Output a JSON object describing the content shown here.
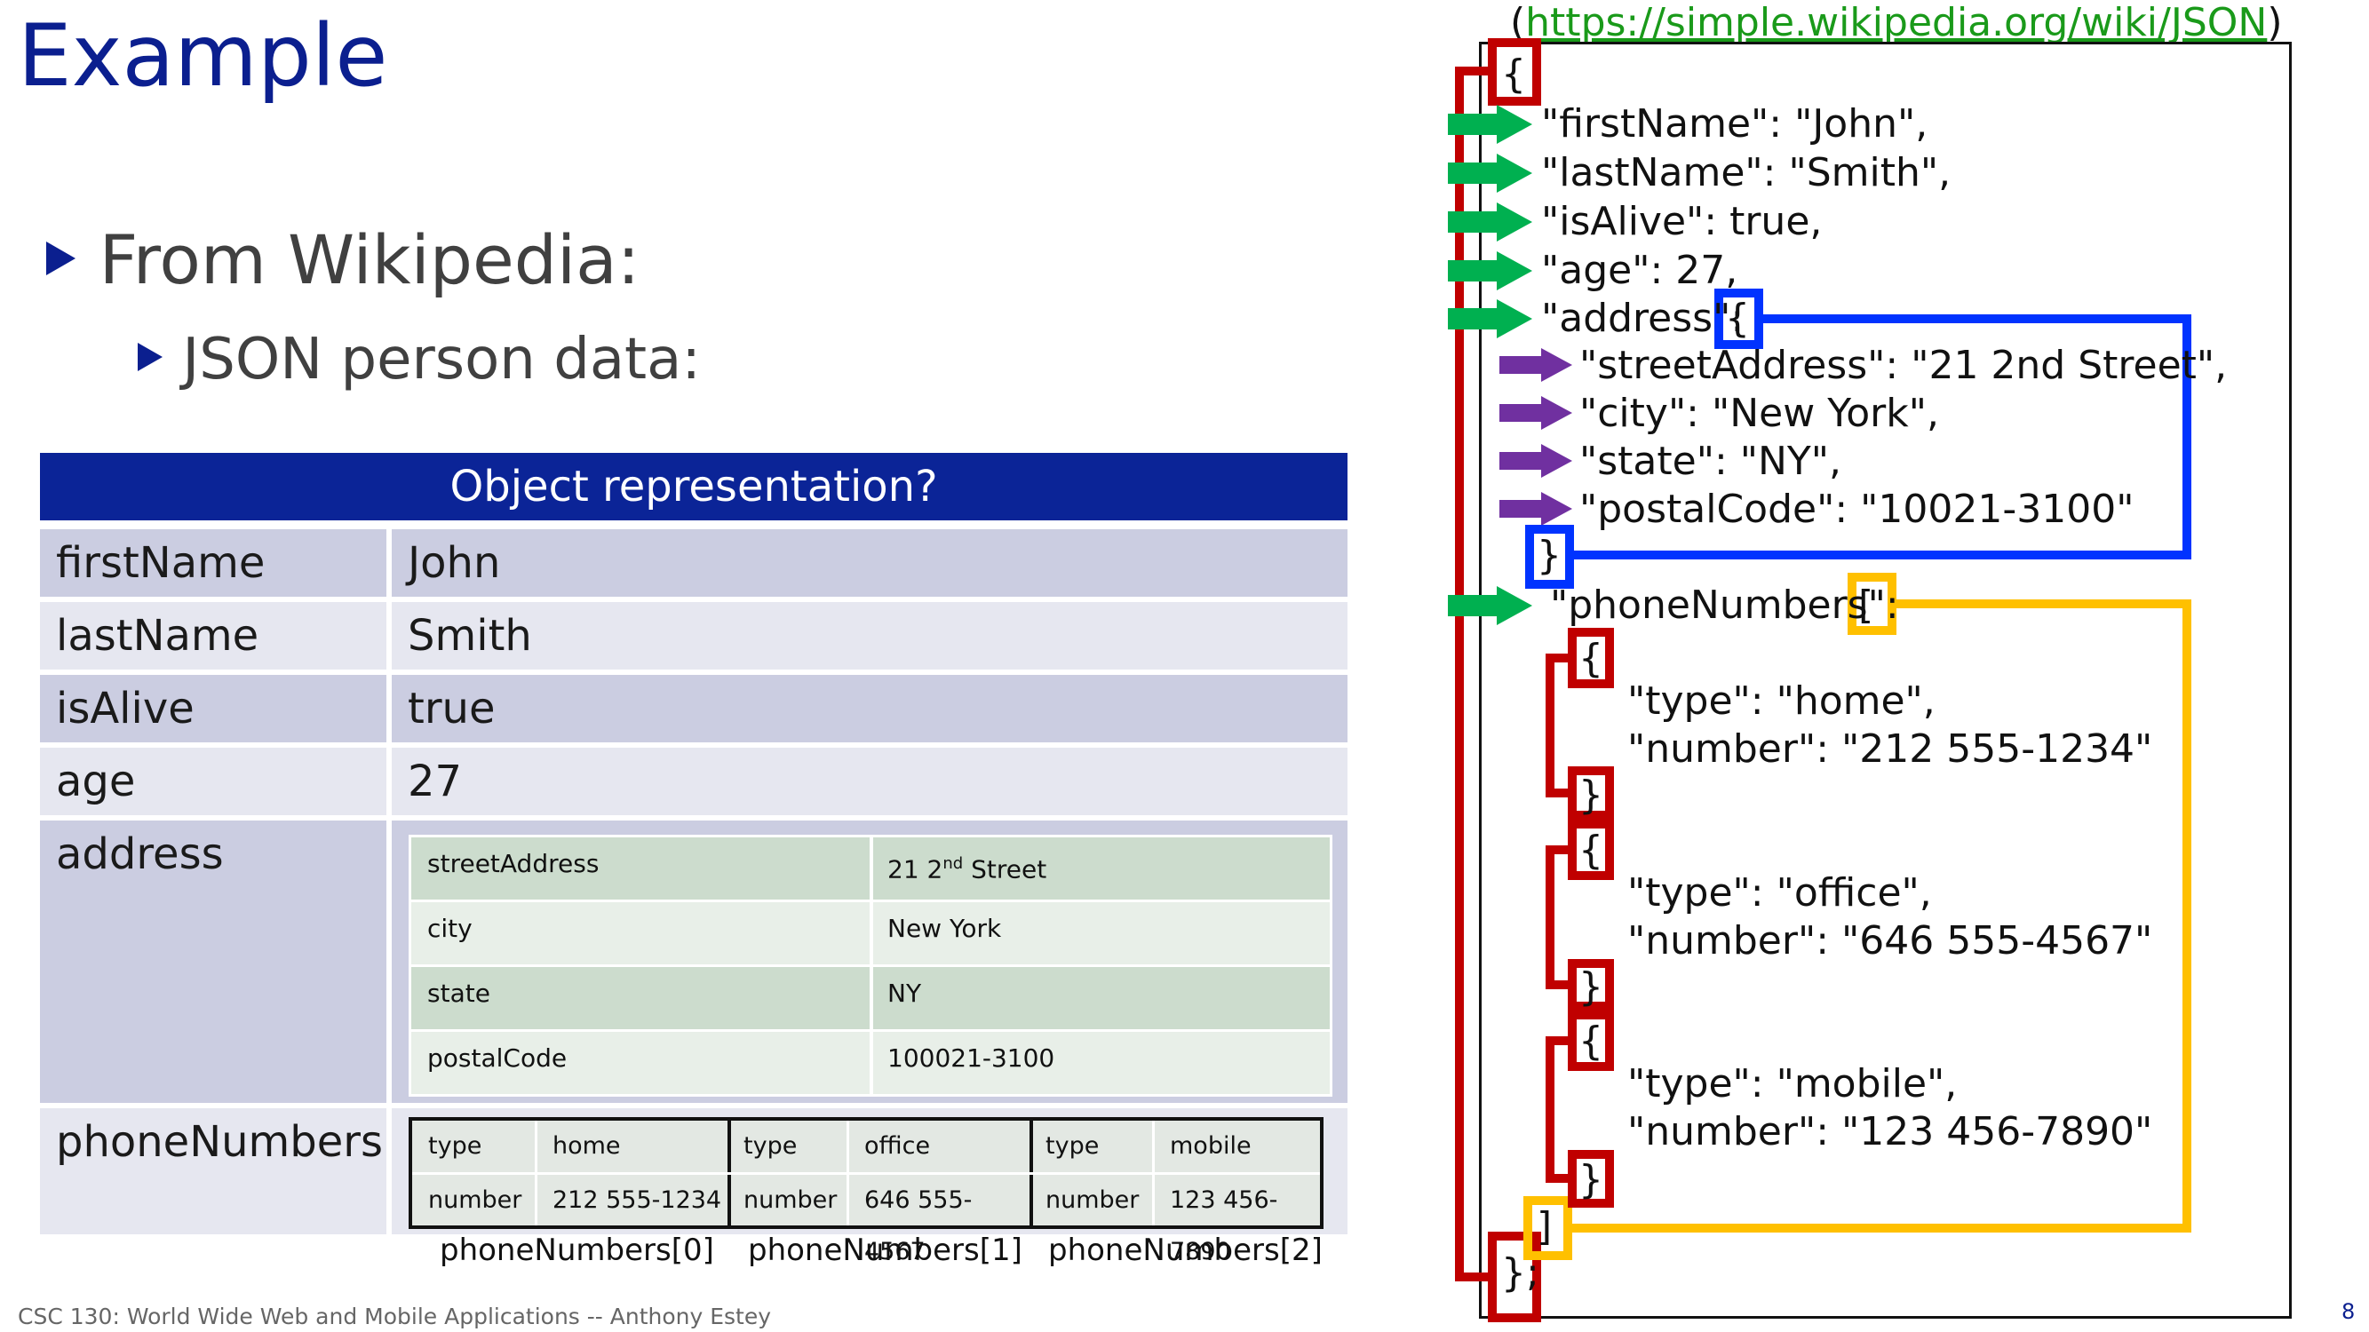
{
  "slide": {
    "title": "Example",
    "bullet1": "From Wikipedia:",
    "bullet2": "JSON person data:",
    "footer": "CSC 130: World Wide Web and Mobile Applications -- Anthony Estey",
    "page_number": "8"
  },
  "table": {
    "header": "Object representation?",
    "rows": [
      {
        "key": "firstName",
        "value": "John"
      },
      {
        "key": "lastName",
        "value": "Smith"
      },
      {
        "key": "isAlive",
        "value": "true"
      },
      {
        "key": "age",
        "value": "27"
      },
      {
        "key": "address",
        "value": ""
      },
      {
        "key": "phoneNumbers",
        "value": ""
      }
    ],
    "address": [
      {
        "key": "streetAddress",
        "value_prefix": "21 2",
        "value_sup": "nd",
        "value_suffix": " Street"
      },
      {
        "key": "city",
        "value": "New York"
      },
      {
        "key": "state",
        "value": "NY"
      },
      {
        "key": "postalCode",
        "value": "100021-3100"
      }
    ],
    "phones": [
      {
        "type_key": "type",
        "type_value": "home",
        "number_key": "number",
        "number_value": "212 555-1234",
        "caption": "phoneNumbers[0]"
      },
      {
        "type_key": "type",
        "type_value": "office",
        "number_key": "number",
        "number_value": "646 555-4567",
        "caption": "phoneNumbers[1]"
      },
      {
        "type_key": "type",
        "type_value": "mobile",
        "number_key": "number",
        "number_value": "123 456-7890",
        "caption": "phoneNumbers[2]"
      }
    ]
  },
  "json_panel": {
    "url_open": "(",
    "url": "https://simple.wikipedia.org/wiki/JSON",
    "url_close": ")",
    "lines": {
      "open_brace": "{",
      "firstName": "\"firstName\": \"John\",",
      "lastName": "\"lastName\": \"Smith\",",
      "isAlive": "\"isAlive\": true,",
      "age": "\"age\": 27,",
      "address": "\"address\":",
      "address_open": "{",
      "streetAddress": "\"streetAddress\": \"21 2nd Street\",",
      "city": "\"city\": \"New York\",",
      "state": "\"state\": \"NY\",",
      "postalCode": "\"postalCode\": \"10021-3100\"",
      "address_close": "}",
      "phoneNumbers": "\"phoneNumbers\":",
      "array_open": "[",
      "obj_open": "{",
      "obj_close": "}",
      "home_type": "\"type\": \"home\",",
      "home_number": "\"number\": \"212 555-1234\"",
      "office_type": "\"type\": \"office\",",
      "office_number": "\"number\": \"646 555-4567\"",
      "mobile_type": "\"type\": \"mobile\",",
      "mobile_number": "\"number\": \"123 456-7890\"",
      "array_close": "]",
      "close_brace": "};"
    },
    "colors": {
      "object": "#c00000",
      "property_arrow": "#00b050",
      "nested_arrow": "#7030a0",
      "nested_object": "#0033ff",
      "array": "#ffc000"
    }
  }
}
